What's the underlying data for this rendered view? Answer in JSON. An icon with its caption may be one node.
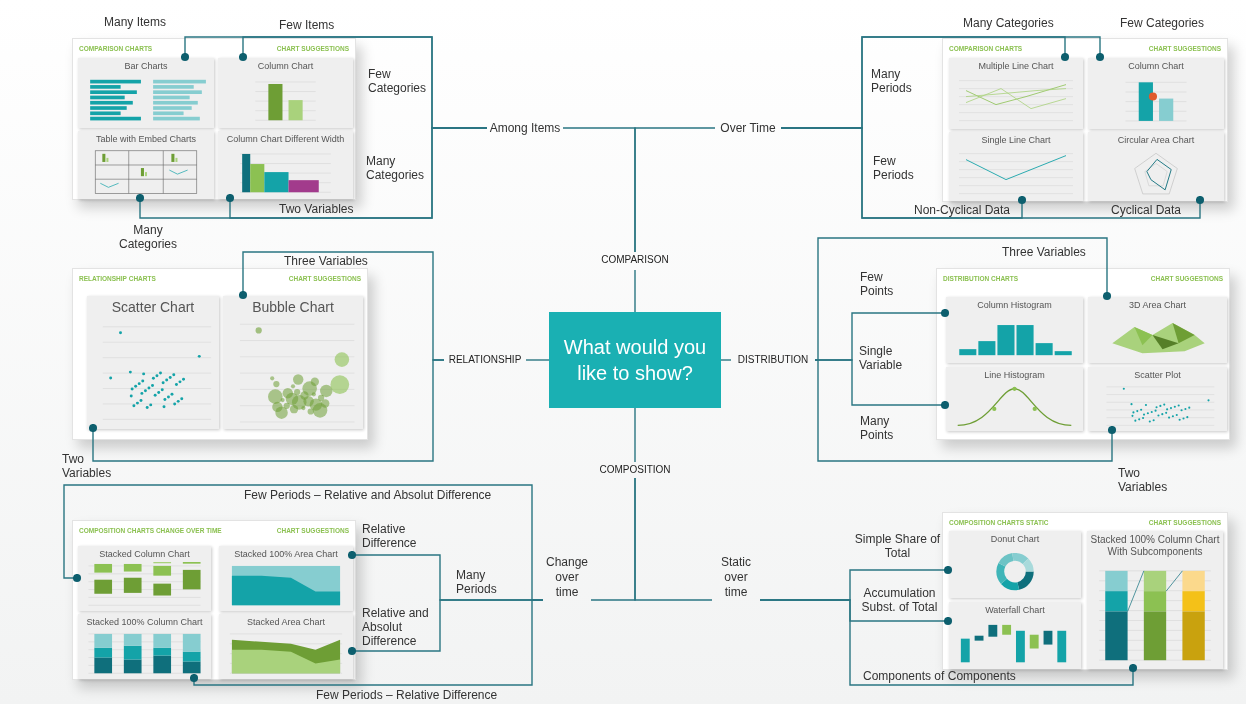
{
  "diagram": {
    "nodes": [
      {
        "text": [
          "What would you like to show?"
        ]
      },
      {
        "text": [
          "COMPARISON"
        ]
      },
      {
        "text": [
          "Among Items"
        ]
      },
      {
        "text": [
          "Over Time"
        ]
      },
      {
        "text": [
          "RELATIONSHIP"
        ]
      },
      {
        "text": [
          "DISTRIBUTION"
        ]
      },
      {
        "text": [
          "COMPOSITION"
        ]
      },
      {
        "text": [
          "Change over time"
        ]
      },
      {
        "text": [
          "Static over time"
        ]
      },
      {
        "text": [
          "**COMPARISON** CHARTS",
          "CHART SUGGESTIONS"
        ]
      },
      {
        "text": [
          "Bar Charts"
        ],
        "in": 9
      },
      {
        "text": [
          "Column Chart"
        ],
        "in": 9
      },
      {
        "text": [
          "Table with Embed Charts"
        ],
        "in": 9
      },
      {
        "text": [
          "Column Chart Different Width"
        ],
        "in": 9
      },
      {
        "text": [
          "**COMPARISON** CHARTS",
          "CHART SUGGESTIONS"
        ]
      },
      {
        "text": [
          "Multiple Line Chart"
        ],
        "in": 14
      },
      {
        "text": [
          "Column Chart"
        ],
        "in": 14
      },
      {
        "text": [
          "Single Line Chart"
        ],
        "in": 14
      },
      {
        "text": [
          "Circular Area Chart"
        ],
        "in": 14
      },
      {
        "text": [
          "**RELATIONSHIP** CHARTS",
          "CHART SUGGESTIONS"
        ]
      },
      {
        "text": [
          "Scatter Chart"
        ],
        "in": 19
      },
      {
        "text": [
          "Bubble Chart"
        ],
        "in": 19
      },
      {
        "text": [
          "**DISTRIBUTION** CHARTS",
          "CHART SUGGESTIONS"
        ]
      },
      {
        "text": [
          "Column Histogram"
        ],
        "in": 22
      },
      {
        "text": [
          "3D Area Chart"
        ],
        "in": 22
      },
      {
        "text": [
          "Line Histogram"
        ],
        "in": 22
      },
      {
        "text": [
          "Scatter Plot"
        ],
        "in": 22
      },
      {
        "text": [
          "**COMPOSITION** CHARTS CHANGE OVER TIME",
          "CHART SUGGESTIONS"
        ]
      },
      {
        "text": [
          "Stacked Column Chart"
        ],
        "in": 27
      },
      {
        "text": [
          "Stacked 100% Area Chart"
        ],
        "in": 27
      },
      {
        "text": [
          "Stacked 100% Column Chart"
        ],
        "in": 27
      },
      {
        "text": [
          "Stacked Area Chart"
        ],
        "in": 27
      },
      {
        "text": [
          "**COMPOSITION** CHARTS STATIC",
          "CHART SUGGESTIONS"
        ]
      },
      {
        "text": [
          "Donut Chart"
        ],
        "in": 32
      },
      {
        "text": [
          "Stacked 100% Column Chart With Subcomponents"
        ],
        "in": 32
      },
      {
        "text": [
          "Waterfall Chart"
        ],
        "in": 32
      }
    ],
    "edges": [
      {
        "from": 0,
        "to": 1,
        "arrow": "none"
      },
      {
        "from": 1,
        "to": 2,
        "arrow": "none"
      },
      {
        "from": 1,
        "to": 3,
        "arrow": "none"
      },
      {
        "from": 0,
        "to": 4,
        "arrow": "none"
      },
      {
        "from": 0,
        "to": 5,
        "arrow": "none"
      },
      {
        "from": 0,
        "to": 6,
        "arrow": "none"
      },
      {
        "from": 6,
        "to": 7,
        "arrow": "none"
      },
      {
        "from": 6,
        "to": 8,
        "arrow": "none"
      },
      {
        "from": 2,
        "to": 10,
        "arrow": "other"
      },
      {
        "from": 2,
        "to": 11,
        "arrow": "other"
      },
      {
        "from": 2,
        "to": 12,
        "arrow": "other"
      },
      {
        "from": 2,
        "to": 13,
        "arrow": "other"
      },
      {
        "from": 3,
        "to": 15,
        "arrow": "other"
      },
      {
        "from": 3,
        "to": 16,
        "arrow": "other"
      },
      {
        "from": 3,
        "to": 17,
        "arrow": "other"
      },
      {
        "from": 3,
        "to": 18,
        "arrow": "other"
      },
      {
        "from": 4,
        "to": 20,
        "arrow": "other"
      },
      {
        "from": 4,
        "to": 21,
        "arrow": "other"
      },
      {
        "from": 5,
        "to": 23,
        "arrow": "other"
      },
      {
        "from": 5,
        "to": 25,
        "arrow": "other"
      },
      {
        "from": 5,
        "to": 24,
        "arrow": "other"
      },
      {
        "from": 5,
        "to": 26,
        "arrow": "other"
      },
      {
        "from": 7,
        "to": 28,
        "arrow": "other"
      },
      {
        "from": 7,
        "to": 30,
        "arrow": "other"
      },
      {
        "from": 7,
        "to": 29,
        "arrow": "other"
      },
      {
        "from": 7,
        "to": 31,
        "arrow": "other"
      },
      {
        "from": 8,
        "to": 33,
        "arrow": "other"
      },
      {
        "from": 8,
        "to": 35,
        "arrow": "other"
      },
      {
        "from": 8,
        "to": 34,
        "arrow": "other"
      }
    ],
    "labels": [
      "Many Items",
      "Few Items",
      "Many Categories",
      "Few Categories",
      "Few Categories",
      "Many Periods",
      "Many Categories",
      "Few Periods",
      "Two Variables",
      "Non-Cyclical Data",
      "Cyclical Data",
      "Many Categories",
      "Three Variables",
      "Three Variables",
      "Few Points",
      "Single Variable",
      "Many Points",
      "Two Variables",
      "Two Variables",
      "Few Periods – Relative and Absolut Difference",
      "Relative Difference",
      "Simple Share of Total",
      "Many Periods",
      "Accumulation Subst. of Total",
      "Relative and Absolut Difference",
      "Components of Components",
      "Few Periods – Relative Difference"
    ]
  }
}
